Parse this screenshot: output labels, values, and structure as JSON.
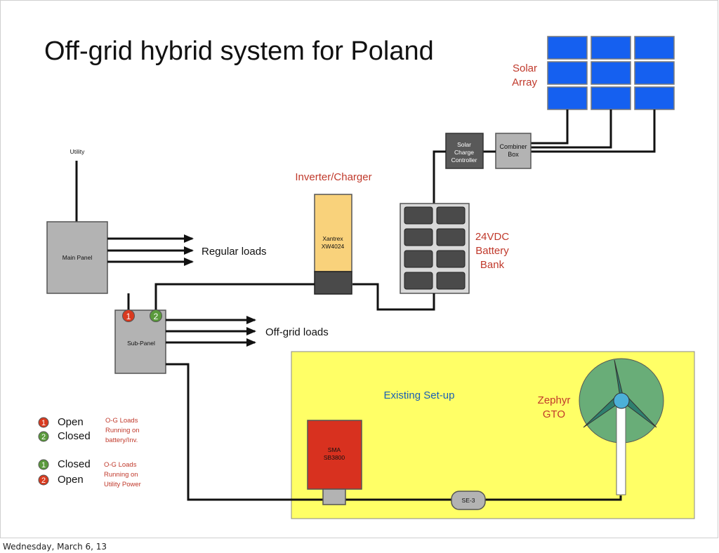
{
  "title": "Off-grid hybrid system for Poland",
  "labels": {
    "solar_array": [
      "Solar",
      "Array"
    ],
    "combiner_box": [
      "Combiner",
      "Box"
    ],
    "solar_charge_controller": [
      "Solar",
      "Charge",
      "Controller"
    ],
    "utility": "Utility",
    "inverter_charger": "Inverter/Charger",
    "xantrex": [
      "Xantrex",
      "XW4024"
    ],
    "battery_bank": [
      "24VDC",
      "Battery",
      "Bank"
    ],
    "main_panel": "Main Panel",
    "regular_loads": "Regular loads",
    "sub_panel": "Sub-Panel",
    "offgrid_loads": "Off-grid loads",
    "breaker_1": "1",
    "breaker_2": "2",
    "existing_setup": "Existing Set-up",
    "zephyr": [
      "Zephyr",
      "GTO"
    ],
    "sma": [
      "SMA",
      "SB3800"
    ],
    "se3": "SE-3"
  },
  "legend": [
    {
      "rows": [
        {
          "num": "1",
          "color": "#d93a1f",
          "state": "Open"
        },
        {
          "num": "2",
          "color": "#5a9a3c",
          "state": "Closed"
        }
      ],
      "note": [
        "O-G Loads",
        "Running on",
        "battery/Inv."
      ]
    },
    {
      "rows": [
        {
          "num": "1",
          "color": "#5a9a3c",
          "state": "Closed"
        },
        {
          "num": "2",
          "color": "#d93a1f",
          "state": "Open"
        }
      ],
      "note": [
        "O-G Loads",
        "Running on",
        "Utility Power"
      ]
    }
  ],
  "footer": "Wednesday, March 6, 13",
  "colors": {
    "accent_red": "#c0392b",
    "accent_blue": "#1a5fb4",
    "panel_blue": "#1560f0",
    "panel_gray": "#b3b3b3",
    "inverter_yellow": "#f9d27b",
    "setup_yellow": "#ffff66",
    "sma_red": "#d8311f",
    "breaker_red": "#d93a1f",
    "breaker_green": "#5a9a3c",
    "wind_green": "#4f9f7b"
  }
}
